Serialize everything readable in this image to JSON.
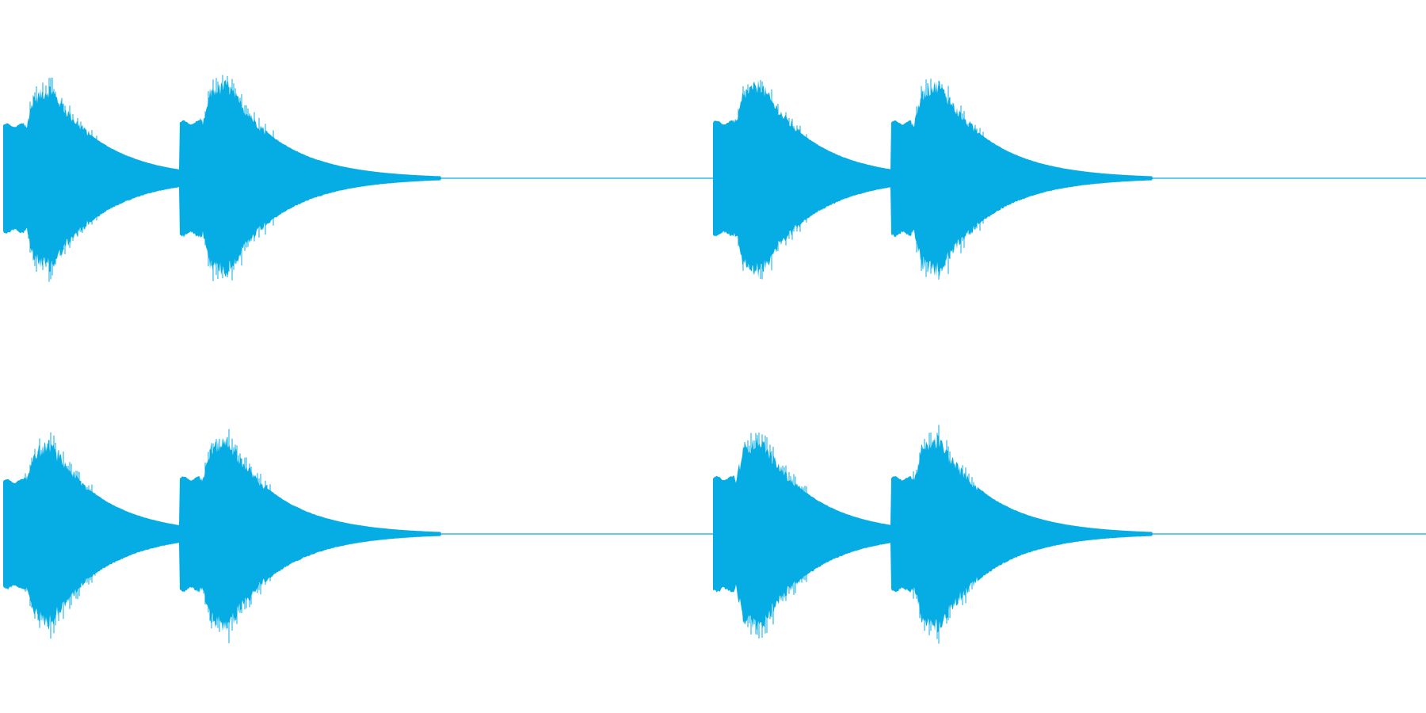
{
  "colors": {
    "waveform": "#06ADE4",
    "background": "#FFFFFF"
  },
  "channels": [
    {
      "name": "channel-1",
      "bursts": [
        {
          "onset": 0.0,
          "peak": 0.95
        },
        {
          "onset": 0.124,
          "peak": 1.0
        },
        {
          "onset": 0.498,
          "peak": 1.0
        },
        {
          "onset": 0.623,
          "peak": 1.0
        }
      ]
    },
    {
      "name": "channel-2",
      "bursts": [
        {
          "onset": 0.0,
          "peak": 0.95
        },
        {
          "onset": 0.124,
          "peak": 1.0
        },
        {
          "onset": 0.498,
          "peak": 1.0
        },
        {
          "onset": 0.623,
          "peak": 1.0
        }
      ]
    }
  ]
}
